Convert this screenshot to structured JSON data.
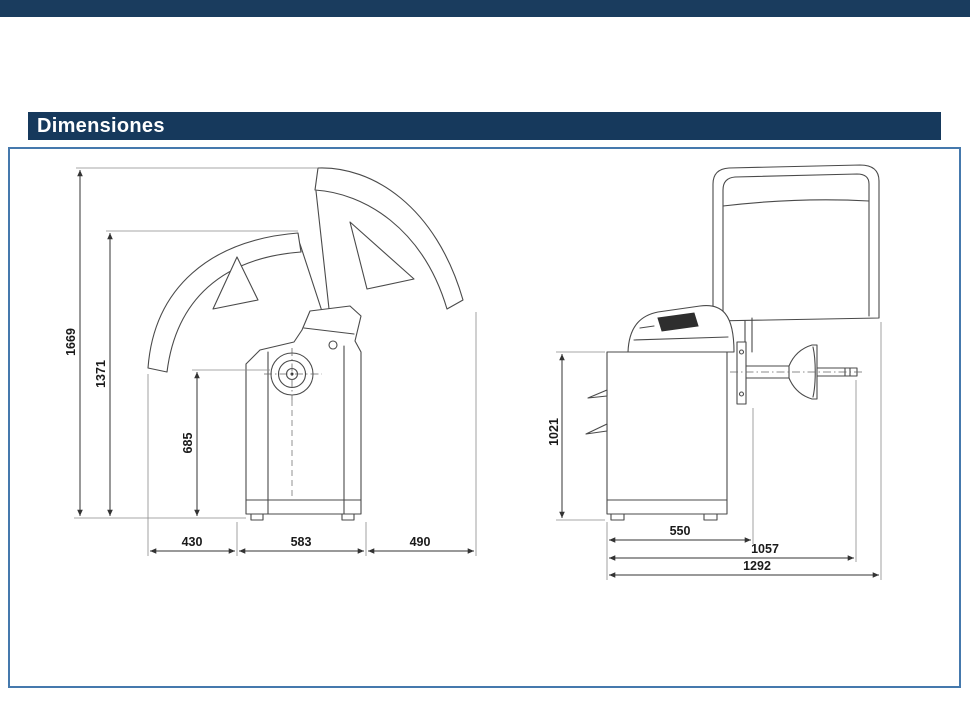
{
  "page": {
    "title": "Dimensiones"
  },
  "colors": {
    "banner_navy": "#1a3c5e",
    "title_bar_navy": "#16395c",
    "panel_border_blue": "#4579ad",
    "drawing_line": "#4a4a4a"
  },
  "diagram": {
    "side_view": {
      "dims": {
        "overall_height_guard_open": "1669",
        "height_guard_pivot": "1371",
        "spindle_height": "685",
        "front_depth": "430",
        "cabinet_depth": "583",
        "rear_depth": "490"
      }
    },
    "front_view": {
      "dims": {
        "cabinet_height": "1021",
        "cabinet_width": "550",
        "width_with_shaft": "1057",
        "overall_width": "1292"
      }
    }
  }
}
